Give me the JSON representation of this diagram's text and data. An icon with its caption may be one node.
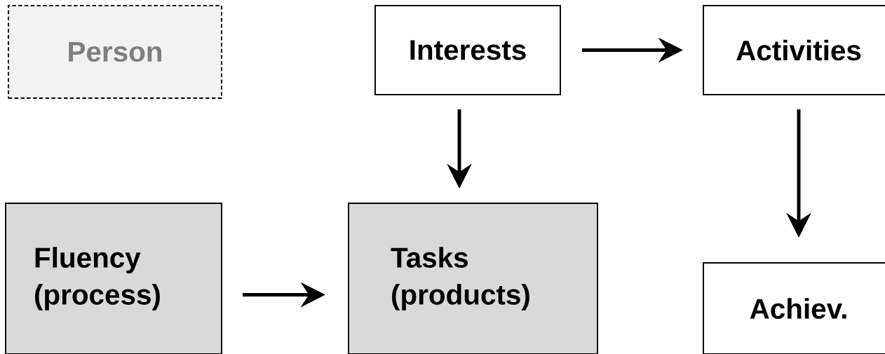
{
  "diagram": {
    "nodes": [
      {
        "text": [
          "Person"
        ]
      },
      {
        "text": [
          "Interests"
        ]
      },
      {
        "text": [
          "Activities"
        ]
      },
      {
        "text": [
          "Fluency (process)"
        ]
      },
      {
        "text": [
          "Tasks (products)"
        ]
      },
      {
        "text": [
          "Achiev."
        ]
      }
    ],
    "edges": [
      {
        "from": 1,
        "to": 2,
        "arrow": "to"
      },
      {
        "from": 1,
        "to": 4,
        "arrow": "to"
      },
      {
        "from": 2,
        "to": 5,
        "arrow": "to"
      },
      {
        "from": 3,
        "to": 4,
        "arrow": "to"
      }
    ]
  }
}
